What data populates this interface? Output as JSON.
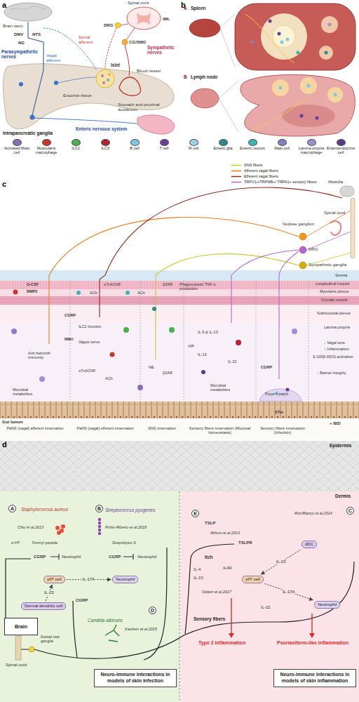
{
  "diagram": {
    "nodes": [
      {
        "text": [
          "A"
        ]
      },
      {
        "text": [
          "B"
        ]
      },
      {
        "text": [
          "E"
        ]
      },
      {
        "text": [
          "C"
        ]
      },
      {
        "text": [
          "dDC"
        ]
      },
      {
        "text": [
          "γδT cell"
        ]
      },
      {
        "text": [
          "Neutrophil"
        ]
      },
      {
        "text": [
          "γδT cell"
        ]
      },
      {
        "text": [
          "Neutrophil"
        ]
      },
      {
        "text": [
          "Dermal dendritic cell"
        ]
      },
      {
        "text": [
          "D"
        ]
      },
      {
        "text": [
          "Brain"
        ]
      },
      {
        "text": [
          "Neuro-immune interactions in models of skin infection"
        ]
      },
      {
        "text": [
          "Neuro-immune interactions in models of skin inflammation"
        ]
      }
    ],
    "edges": [
      {
        "from": 4,
        "to": 5,
        "label": "IL-23",
        "arrow": "to"
      },
      {
        "from": 5,
        "to": 6,
        "label": "IL-17A",
        "arrow": "to"
      },
      {
        "from": 9,
        "to": 7,
        "label": "IL-23",
        "arrow": "to"
      },
      {
        "from": 7,
        "to": 8,
        "label": "IL-17A",
        "arrow": "to"
      }
    ],
    "labels": [
      "a",
      "Brain stem",
      "DMV",
      "NTS",
      "NG",
      "Parasympathetic nerves",
      "Vagal afferent",
      "Spinal cord",
      "IML",
      "DRG",
      "CG/SMG",
      "Spinal afferent",
      "Sympathetic nerves",
      "Islet",
      "Blood vessel",
      "Exocrine tissue",
      "Intrapancreatic ganglia",
      "Stomach and proximal duodenum",
      "Enteric nervous system",
      "b",
      "A",
      "Spleen",
      "B",
      "Lymph node",
      "c",
      "Medulla",
      "Spinal cord",
      "Nodose ganglion",
      "DRG",
      "Sympathetic ganglia",
      "Serosa",
      "Longitudinal muscle",
      "Myenteric plexus",
      "Circular muscle",
      "Submucosal plexus",
      "Lamina propria",
      "G-CSF",
      "BMP2",
      "ACh",
      "α7nAChR",
      "ACh",
      "β2AR",
      "Phagocytosis/ TNF-α production",
      "CGRP",
      "ILC2 function",
      "NMU",
      "Vagus nerve",
      "Anti helminth immunity",
      "α7nAChR",
      "ACh",
      "NE",
      "β2AR",
      "VIP",
      "IL-5 & IL-13",
      "IL-13",
      "IL-22",
      "Microbial metabolites",
      "Microbial metabolites",
      "↓ Vagal tone",
      "↑ Inflammation",
      "S-100β-iNOS activation",
      "↓ Barrier integrity",
      "CGRP",
      "Peyer's patch",
      "STm",
      "Gut lumen",
      "PaNS (vagal) afferent innervation",
      "PaNS (vagal) efferent innervation",
      "SNS innervation",
      "Sensory fibers innervation (Mucosal homeostasis)",
      "Sensory fibers innervation (Infection)",
      "+ IBD",
      "d",
      "Epidermis",
      "Dermis",
      "Staphylococcus aureus",
      "Chiu et al,2013",
      "α-HT",
      "Formyl peptide",
      "CGRP",
      "Neutrophil",
      "Streptococcus pyogenes",
      "Pinho-Ribeiro et al,2018",
      "Streptolysin S",
      "CGRP",
      "Neutrophil",
      "CGRP",
      "Candida albicans",
      "Kashem et al,2015",
      "Dorsal root ganglia",
      "Spinal cord",
      "Sensory fibers",
      "Type 2 inflammation",
      "Psoriasiform-like inflammation",
      "TSLP",
      "Wilson et al,2013",
      "TSLPR",
      "Itch",
      "IL4R",
      "IL-4",
      "IL-13",
      "Oetjen et al,2017",
      "Riol-Blanco et al,2014",
      "IL-22"
    ],
    "legend": [
      {
        "text": "Activated Mast cell",
        "color": "#8a6fb3"
      },
      {
        "text": "Muscularis macrophage",
        "color": "#c0392b"
      },
      {
        "text": "ILC2",
        "color": "#4caf50"
      },
      {
        "text": "ILC3",
        "color": "#b22234"
      },
      {
        "text": "B cell",
        "color": "#7ec8e3"
      },
      {
        "text": "T cell",
        "color": "#6a3d9a"
      },
      {
        "text": "M cell",
        "color": "#9ad3e8"
      },
      {
        "text": "Enteric glia",
        "color": "#2e8b8b"
      },
      {
        "text": "Enteric neuron",
        "color": "#3cb4b4"
      },
      {
        "text": "Mast cell",
        "color": "#8e7cc3"
      },
      {
        "text": "Lamina propria macrophage",
        "color": "#9f8fd0"
      },
      {
        "text": "Enteroendocrine cell",
        "color": "#5b3a8c"
      },
      {
        "text": "SNS fibers"
      },
      {
        "text": "Afferent vagal fibers"
      },
      {
        "text": "Efferent vagal fibers"
      },
      {
        "text": "TRPV1+/TRPM8+/ TRPA1+ sensory fibers"
      }
    ]
  }
}
